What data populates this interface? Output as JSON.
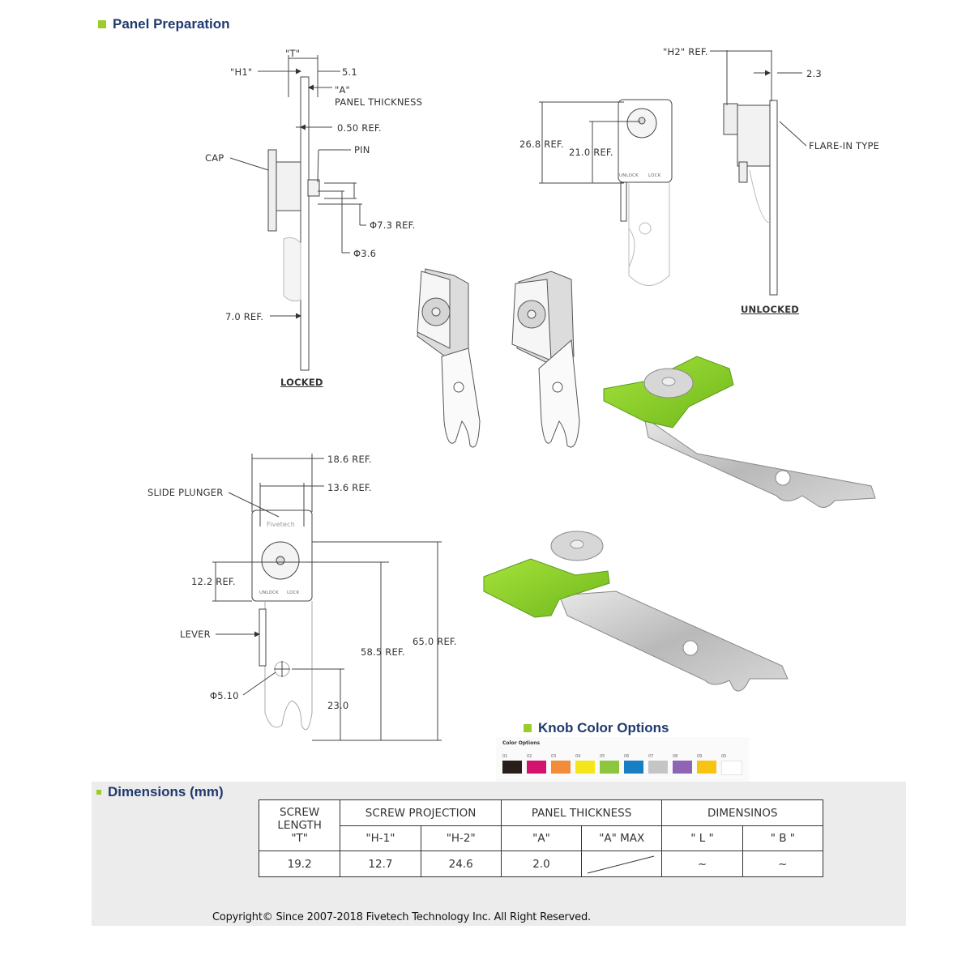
{
  "sections": {
    "panel_preparation": "Panel Preparation",
    "knob_color_options": "Knob Color Options",
    "dimensions": "Dimensions (mm)"
  },
  "drawing_labels": {
    "t": "\"T\"",
    "h1": "\"H1\"",
    "d5_1": "5.1",
    "a_label": "\"A\"",
    "panel_thickness": "PANEL THICKNESS",
    "ref_0_50": "0.50 REF.",
    "cap": "CAP",
    "pin": "PIN",
    "d7_3": "Φ7.3 REF.",
    "d3_6": "Φ3.6",
    "ref_7_0": "7.0 REF.",
    "locked": "LOCKED",
    "h2": "\"H2\" REF.",
    "d2_3": "2.3",
    "ref_26_8": "26.8 REF.",
    "ref_21_0": "21.0 REF.",
    "flare_in": "FLARE-IN TYPE",
    "unlocked": "UNLOCKED",
    "ref_18_6": "18.6 REF.",
    "ref_13_6": "13.6 REF.",
    "slide_plunger": "SLIDE PLUNGER",
    "ref_12_2": "12.2 REF.",
    "lever": "LEVER",
    "ref_58_5": "58.5 REF.",
    "ref_65_0": "65.0 REF.",
    "d5_10": "Φ5.10",
    "d23_0": "23.0",
    "fivetech": "Fivetech",
    "unlock": "UNLOCK",
    "lock": "LOCK"
  },
  "knob_colors": {
    "title": "Color Options",
    "swatches": [
      {
        "code": "01",
        "color": "#2a1e1c"
      },
      {
        "code": "02",
        "color": "#d4136e"
      },
      {
        "code": "03",
        "color": "#f28c38"
      },
      {
        "code": "04",
        "color": "#f4e61a"
      },
      {
        "code": "05",
        "color": "#8cc63f"
      },
      {
        "code": "06",
        "color": "#1a7ec3"
      },
      {
        "code": "07",
        "color": "#c3c6c4"
      },
      {
        "code": "08",
        "color": "#8f64b4"
      },
      {
        "code": "09",
        "color": "#f7c412"
      },
      {
        "code": "00",
        "color": "#ffffff"
      }
    ]
  },
  "dimensions_table": {
    "headers": {
      "screw_length": "SCREW LENGTH",
      "screw_length_sym": "\"T\"",
      "screw_projection": "SCREW PROJECTION",
      "panel_thickness": "PANEL THICKNESS",
      "dimensinos": "DIMENSINOS",
      "h1": "\"H-1\"",
      "h2": "\"H-2\"",
      "a": "\"A\"",
      "a_max": "\"A\" MAX",
      "l": "\" L \"",
      "b": "\" B \""
    },
    "row": {
      "t": "19.2",
      "h1": "12.7",
      "h2": "24.6",
      "a": "2.0",
      "a_max": "",
      "l": "~",
      "b": "~"
    }
  },
  "copyright": "Copyright© Since 2007-2018 Fivetech Technology Inc. All Right Reserved.",
  "colors": {
    "accent_green": "#9ccc2c",
    "title_blue": "#1f3a6e",
    "knob_green": "#8dd329"
  }
}
